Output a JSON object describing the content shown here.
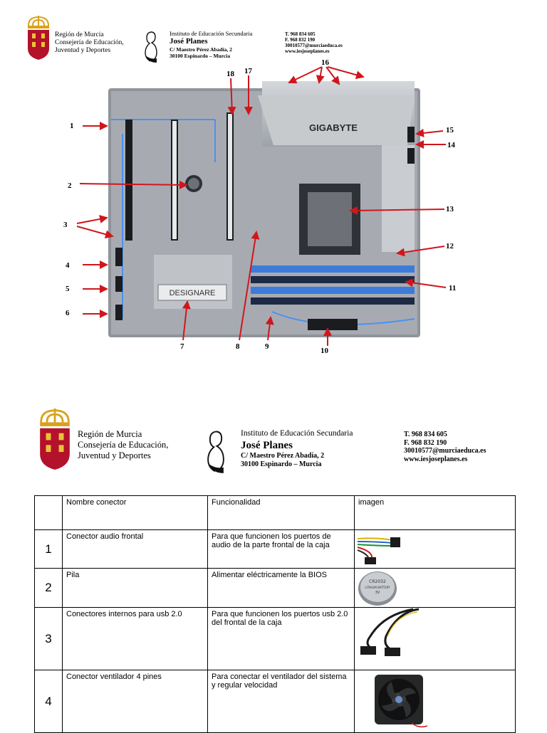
{
  "header": {
    "region_lines": [
      "Región de Murcia",
      "Consejería de Educación,",
      "Juventud y Deportes"
    ],
    "institute_line": "Instituto de Educación Secundaria",
    "institute_name": "José Planes",
    "address_lines": [
      "C/ Maestro Pérez Abadía, 2",
      "30100  Espinardo – Murcia"
    ],
    "contact_lines": [
      "T. 968 834 605",
      "F. 968 832 190",
      "30010577@murciaeduca.es",
      "www.iesjoseplanes.es"
    ]
  },
  "board": {
    "brand_label": "GIGABYTE",
    "model_label": "DESIGNARE",
    "callouts": [
      "1",
      "2",
      "3",
      "4",
      "5",
      "6",
      "7",
      "8",
      "9",
      "10",
      "11",
      "12",
      "13",
      "14",
      "15",
      "16",
      "17",
      "18"
    ]
  },
  "table": {
    "headers": [
      "",
      "Nombre conector",
      "Funcionalidad",
      "imagen"
    ],
    "rows": [
      {
        "num": "1",
        "name": "Conector audio frontal",
        "func": "Para que funcionen los puertos de audio de la parte frontal de la caja",
        "image": "audio-cable-image"
      },
      {
        "num": "2",
        "name": "Pila",
        "func": "Alimentar eléctricamente la BIOS",
        "image": "coin-battery-image"
      },
      {
        "num": "3",
        "name": "Conectores internos para usb 2.0",
        "func": "Para que funcionen los puertos usb 2.0 del frontal de la caja",
        "image": "usb-cable-image"
      },
      {
        "num": "4",
        "name": "Conector ventilador 4 pines",
        "func": "Para conectar el ventilador del sistema y regular velocidad",
        "image": "fan-image"
      }
    ],
    "battery_text": [
      "CR2032",
      "LITHIUM BATTERY",
      "3V"
    ]
  }
}
